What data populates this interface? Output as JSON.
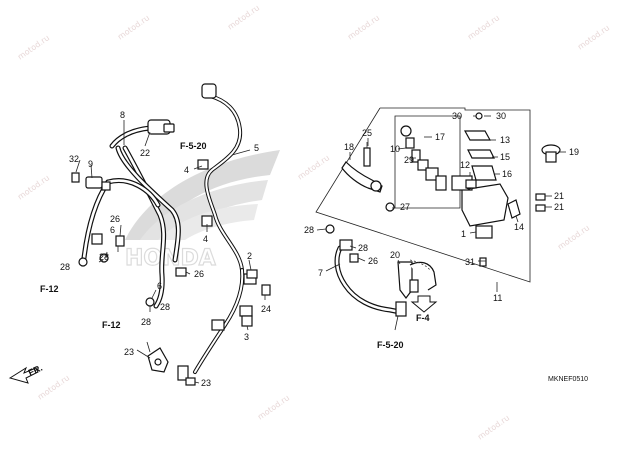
{
  "watermark": {
    "text": "motod.ru"
  },
  "diagram_code": "MKNEF0510",
  "front_arrow": {
    "label": "FR."
  },
  "refs": {
    "f520": "F-5-20",
    "f12": "F-12",
    "f4": "F-4"
  },
  "labels": {
    "p1": "1",
    "p2": "2",
    "p3": "3",
    "p4": "4",
    "p5": "5",
    "p6": "6",
    "p7": "7",
    "p8": "8",
    "p9": "9",
    "p10": "10",
    "p11": "11",
    "p12": "12",
    "p13": "13",
    "p14": "14",
    "p15": "15",
    "p16": "16",
    "p17": "17",
    "p18": "18",
    "p19": "19",
    "p20": "20",
    "p21": "21",
    "p22": "22",
    "p23": "23",
    "p24": "24",
    "p25": "25",
    "p26": "26",
    "p27": "27",
    "p28": "28",
    "p29": "29",
    "p30": "30",
    "p31": "31",
    "p32": "32"
  }
}
